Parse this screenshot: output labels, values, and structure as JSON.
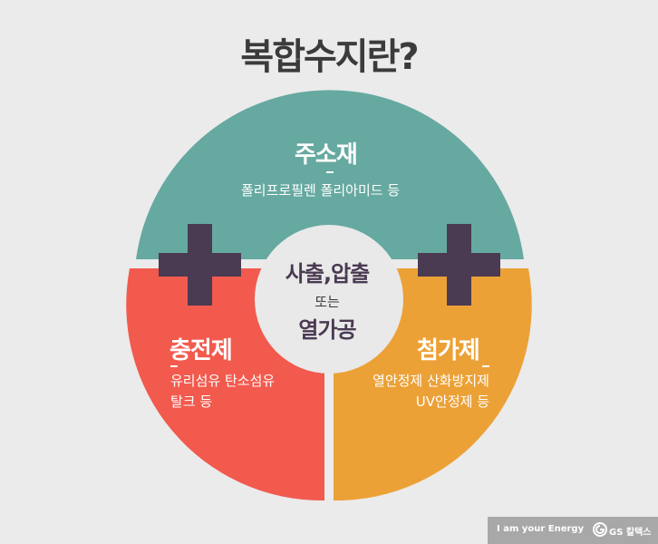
{
  "title": "복합수지란?",
  "segments": {
    "top": {
      "title": "주소재",
      "desc": "폴리프로필렌  폴리아미드 등"
    },
    "left": {
      "title": "충전제",
      "desc_line1": "유리섬유  탄소섬유",
      "desc_line2": "탈크 등"
    },
    "right": {
      "title": "첨가제",
      "desc_line1": "열안정제  산화방지제",
      "desc_line2": "UV안정제 등"
    }
  },
  "center": {
    "line1": "사출,압출",
    "line2": "또는",
    "line3": "열가공"
  },
  "footer": {
    "slogan": "I am your Energy",
    "brand": "GS 칼텍스"
  },
  "colors": {
    "top": "#66a9a0",
    "left": "#f25a4e",
    "right": "#eca137",
    "plus": "#4a3a52",
    "center_circle": "#e9e9e9",
    "background": "#ebebeb"
  },
  "icons": [
    "plus-icon",
    "plus-icon",
    "gs-logo-icon"
  ]
}
